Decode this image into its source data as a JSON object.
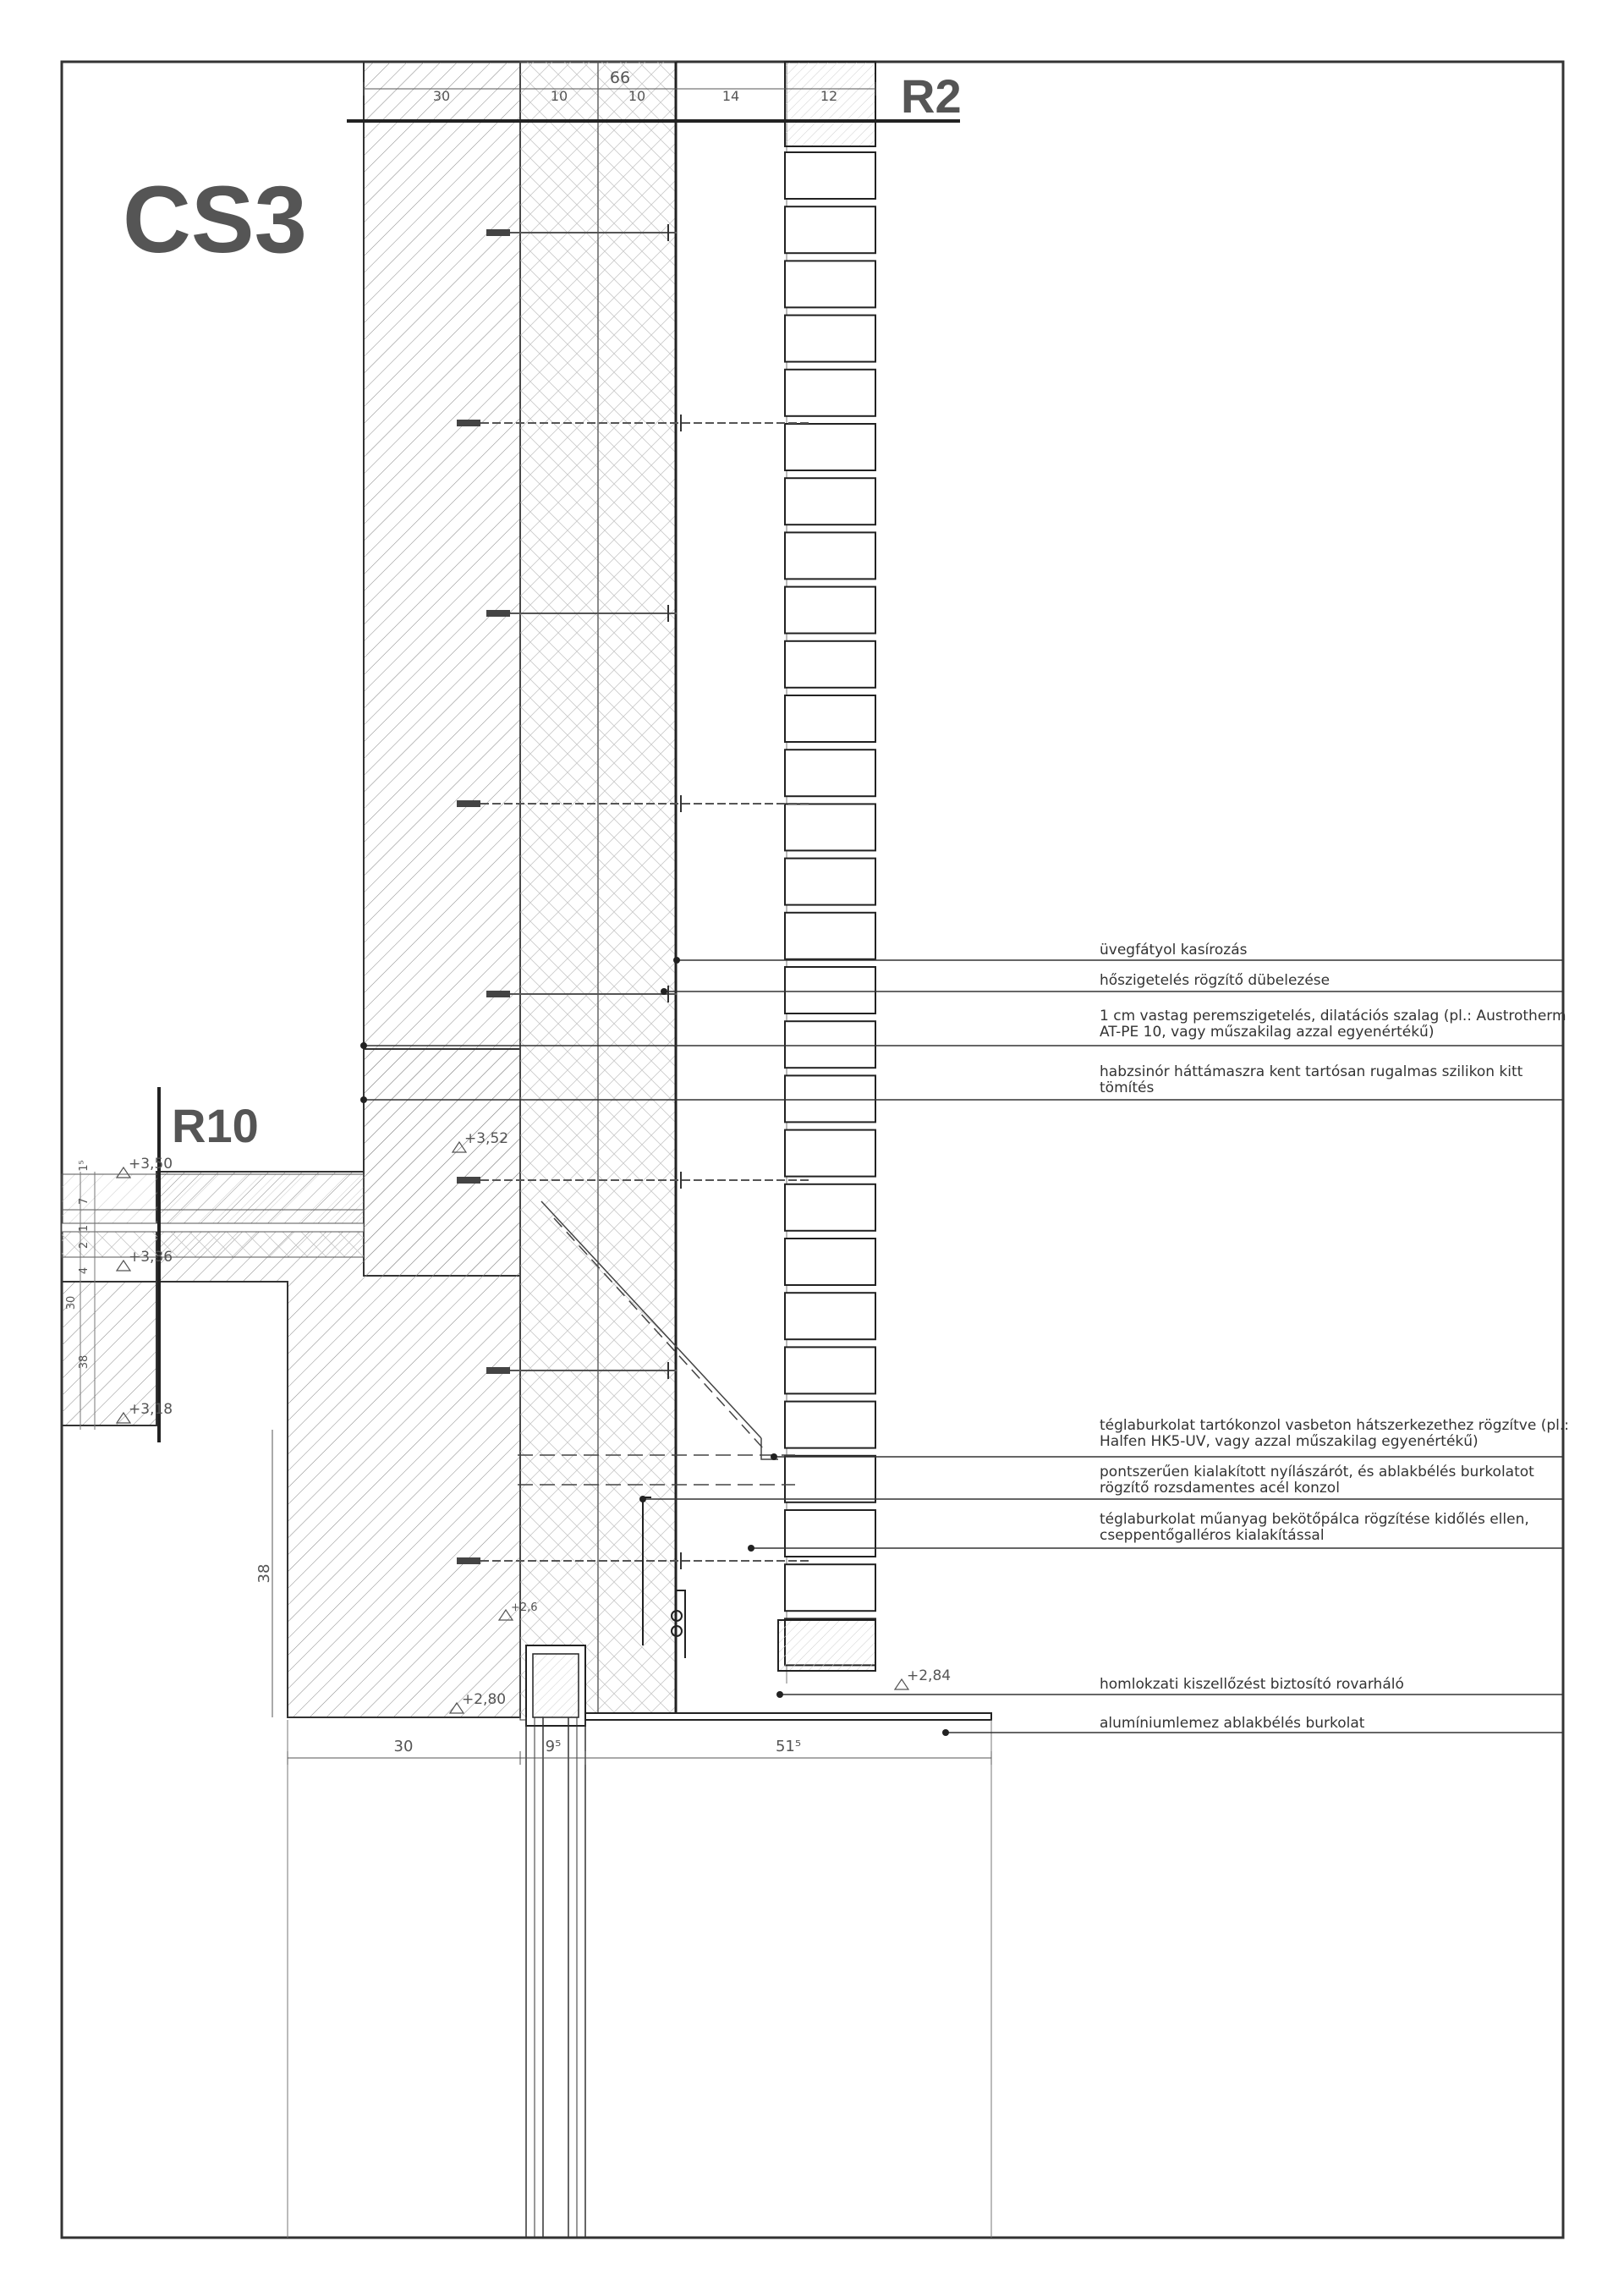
{
  "drawing": {
    "title": "CS3",
    "section_markers": {
      "top": "R2",
      "floor": "R10"
    },
    "dimensions_top": {
      "overall": "66",
      "segments": [
        "30",
        "10",
        "10",
        "14",
        "12"
      ]
    },
    "dimensions_bottom": [
      "30",
      "9⁵",
      "51⁵"
    ],
    "dimension_left": "38",
    "slab_layer_dims": [
      "1⁵",
      "7",
      "1",
      "2",
      "4",
      "30",
      "38"
    ],
    "levels": [
      "+3,50",
      "+3,36",
      "+3,18",
      "+3,52",
      "+2,84",
      "+2,80",
      "+2,6"
    ]
  },
  "annotations": [
    {
      "lines": [
        "üvegfátyol kasírozás"
      ]
    },
    {
      "lines": [
        "hőszigetelés rögzítő dübelezése"
      ]
    },
    {
      "lines": [
        "1 cm vastag peremszigetelés, dilatációs szalag (pl.: Austrotherm",
        "AT-PE 10, vagy műszakilag azzal egyenértékű)"
      ]
    },
    {
      "lines": [
        "habzsinór háttámaszra kent tartósan rugalmas szilikon kitt",
        "tömítés"
      ]
    },
    {
      "lines": [
        "téglaburkolat tartókonzol vasbeton hátszerkezethez rögzítve (pl.:",
        "Halfen HK5-UV, vagy azzal műszakilag egyenértékű)"
      ]
    },
    {
      "lines": [
        "pontszerűen kialakított nyílászárót, és ablakbélés burkolatot",
        "rögzítő rozsdamentes acél konzol"
      ]
    },
    {
      "lines": [
        "téglaburkolat műanyag bekötőpálca rögzítése kidőlés ellen,",
        "cseppentőgalléros kialakítással"
      ]
    },
    {
      "lines": [
        "homlokzati kiszellőzést biztosító rovarháló"
      ]
    },
    {
      "lines": [
        "alumíniumlemez ablakbélés burkolat"
      ]
    }
  ]
}
